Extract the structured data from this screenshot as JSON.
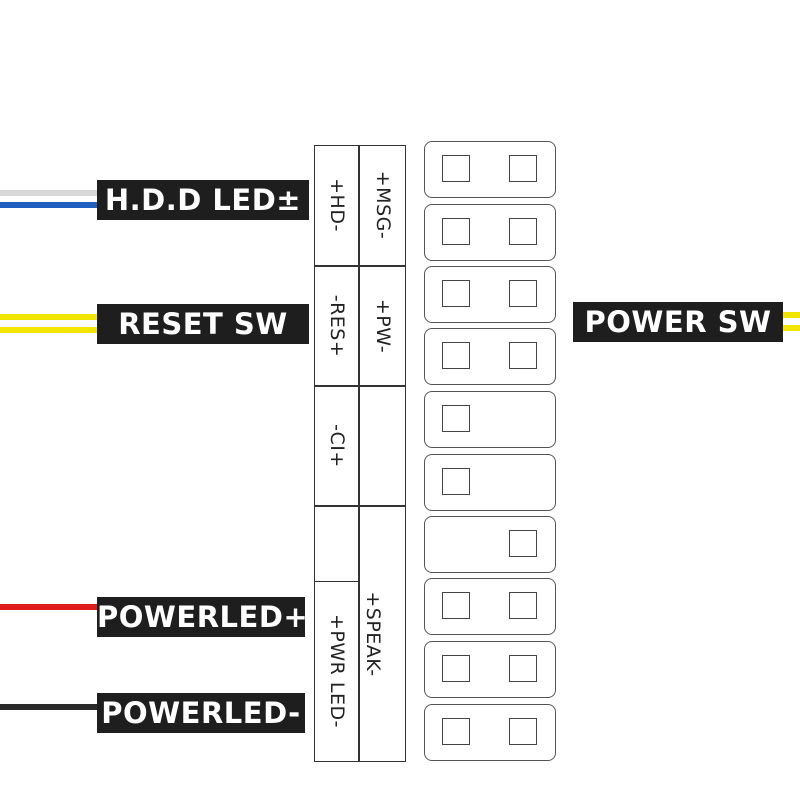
{
  "wire_labels": {
    "hdd_led": "H.D.D LED±",
    "reset_sw": "RESET SW",
    "power_sw": "POWER SW",
    "powerled_pos": "POWERLED+",
    "powerled_neg": "POWERLED-"
  },
  "pin_labels": {
    "hd": "+HD-",
    "msg": "+MSG-",
    "res": "-RES+",
    "pw": "+PW-",
    "ci": "-CI+",
    "speak": "+SPEAK-",
    "pwr_led": "+PWR LED-"
  },
  "colors": {
    "label_bg": "#1e1e1e",
    "wire_blue": "#1f5fbf",
    "wire_yellow": "#f2e500",
    "wire_red": "#e01b1b",
    "wire_black": "#222222",
    "wire_white": "#dcdcdc"
  }
}
